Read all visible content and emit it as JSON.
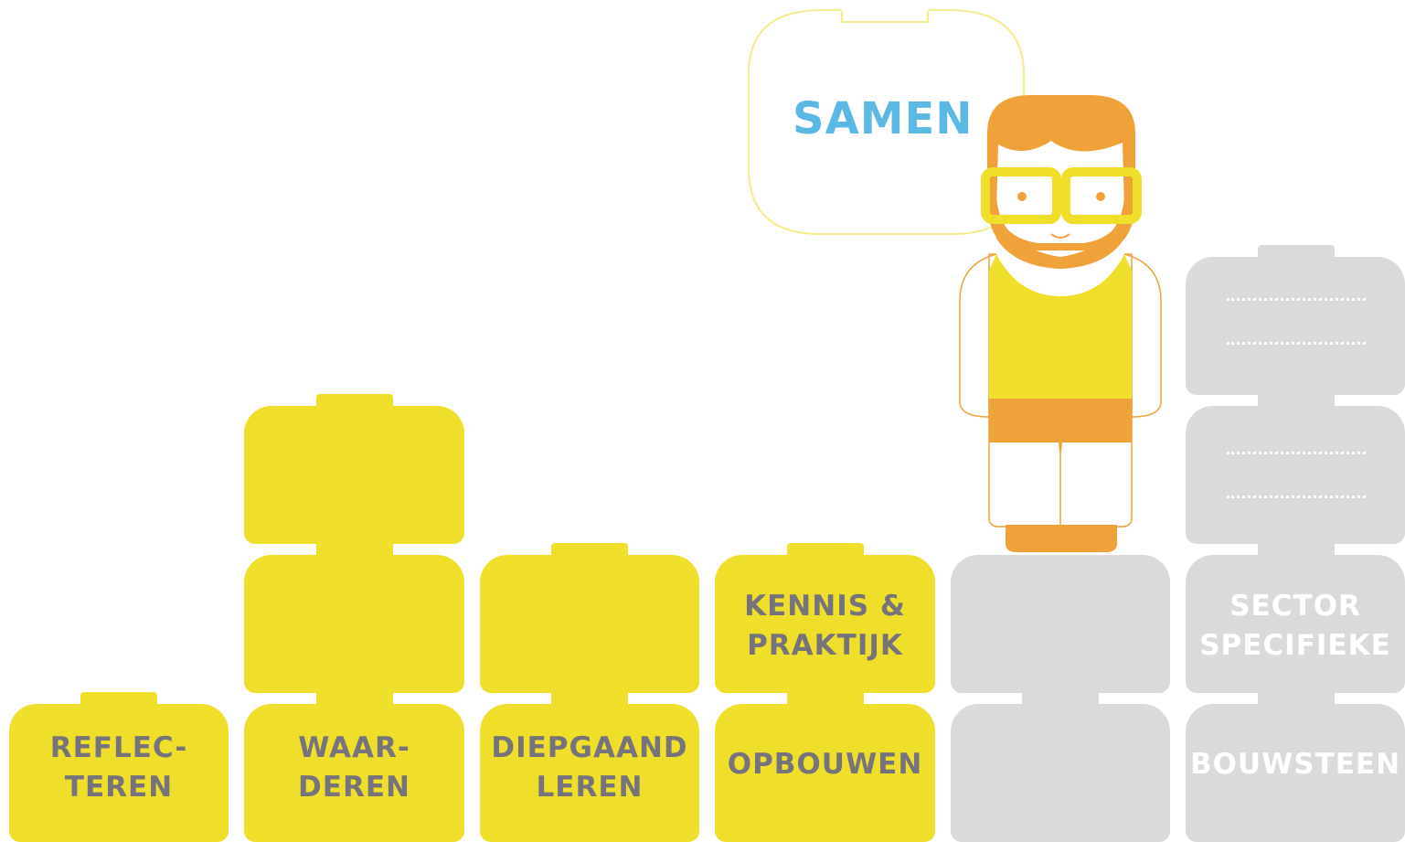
{
  "columns": [
    {
      "id": "col-1",
      "lines": [
        "REFLEC-",
        "TEREN"
      ],
      "color": "#efdf2b"
    },
    {
      "id": "col-2",
      "lines": [
        "WAAR-",
        "DEREN"
      ],
      "color": "#efdf2b"
    },
    {
      "id": "col-3",
      "lines": [
        "DIEPGAAND",
        "LEREN"
      ],
      "color": "#efdf2b"
    },
    {
      "id": "col-4",
      "top_lines": [
        "KENNIS &",
        "PRAKTIJK"
      ],
      "bottom_lines": [
        "OPBOUWEN"
      ],
      "color": "#efdf2b"
    },
    {
      "id": "col-5",
      "color": "#dadada"
    },
    {
      "id": "col-6",
      "top_lines": [
        "SECTOR",
        "SPECIFIEKE"
      ],
      "bottom_lines": [
        "BOUWSTEEN"
      ],
      "color": "#dadada"
    }
  ],
  "speech_bubble": {
    "text": "SAMEN",
    "text_color": "#5bb8e3",
    "border_color": "#f5ec8c"
  },
  "figure": {
    "hair": "#efa23a",
    "glasses": "#efdf2b",
    "shirt": "#efdf2b",
    "shorts": "#efa23a",
    "outline": "#efa23a"
  }
}
